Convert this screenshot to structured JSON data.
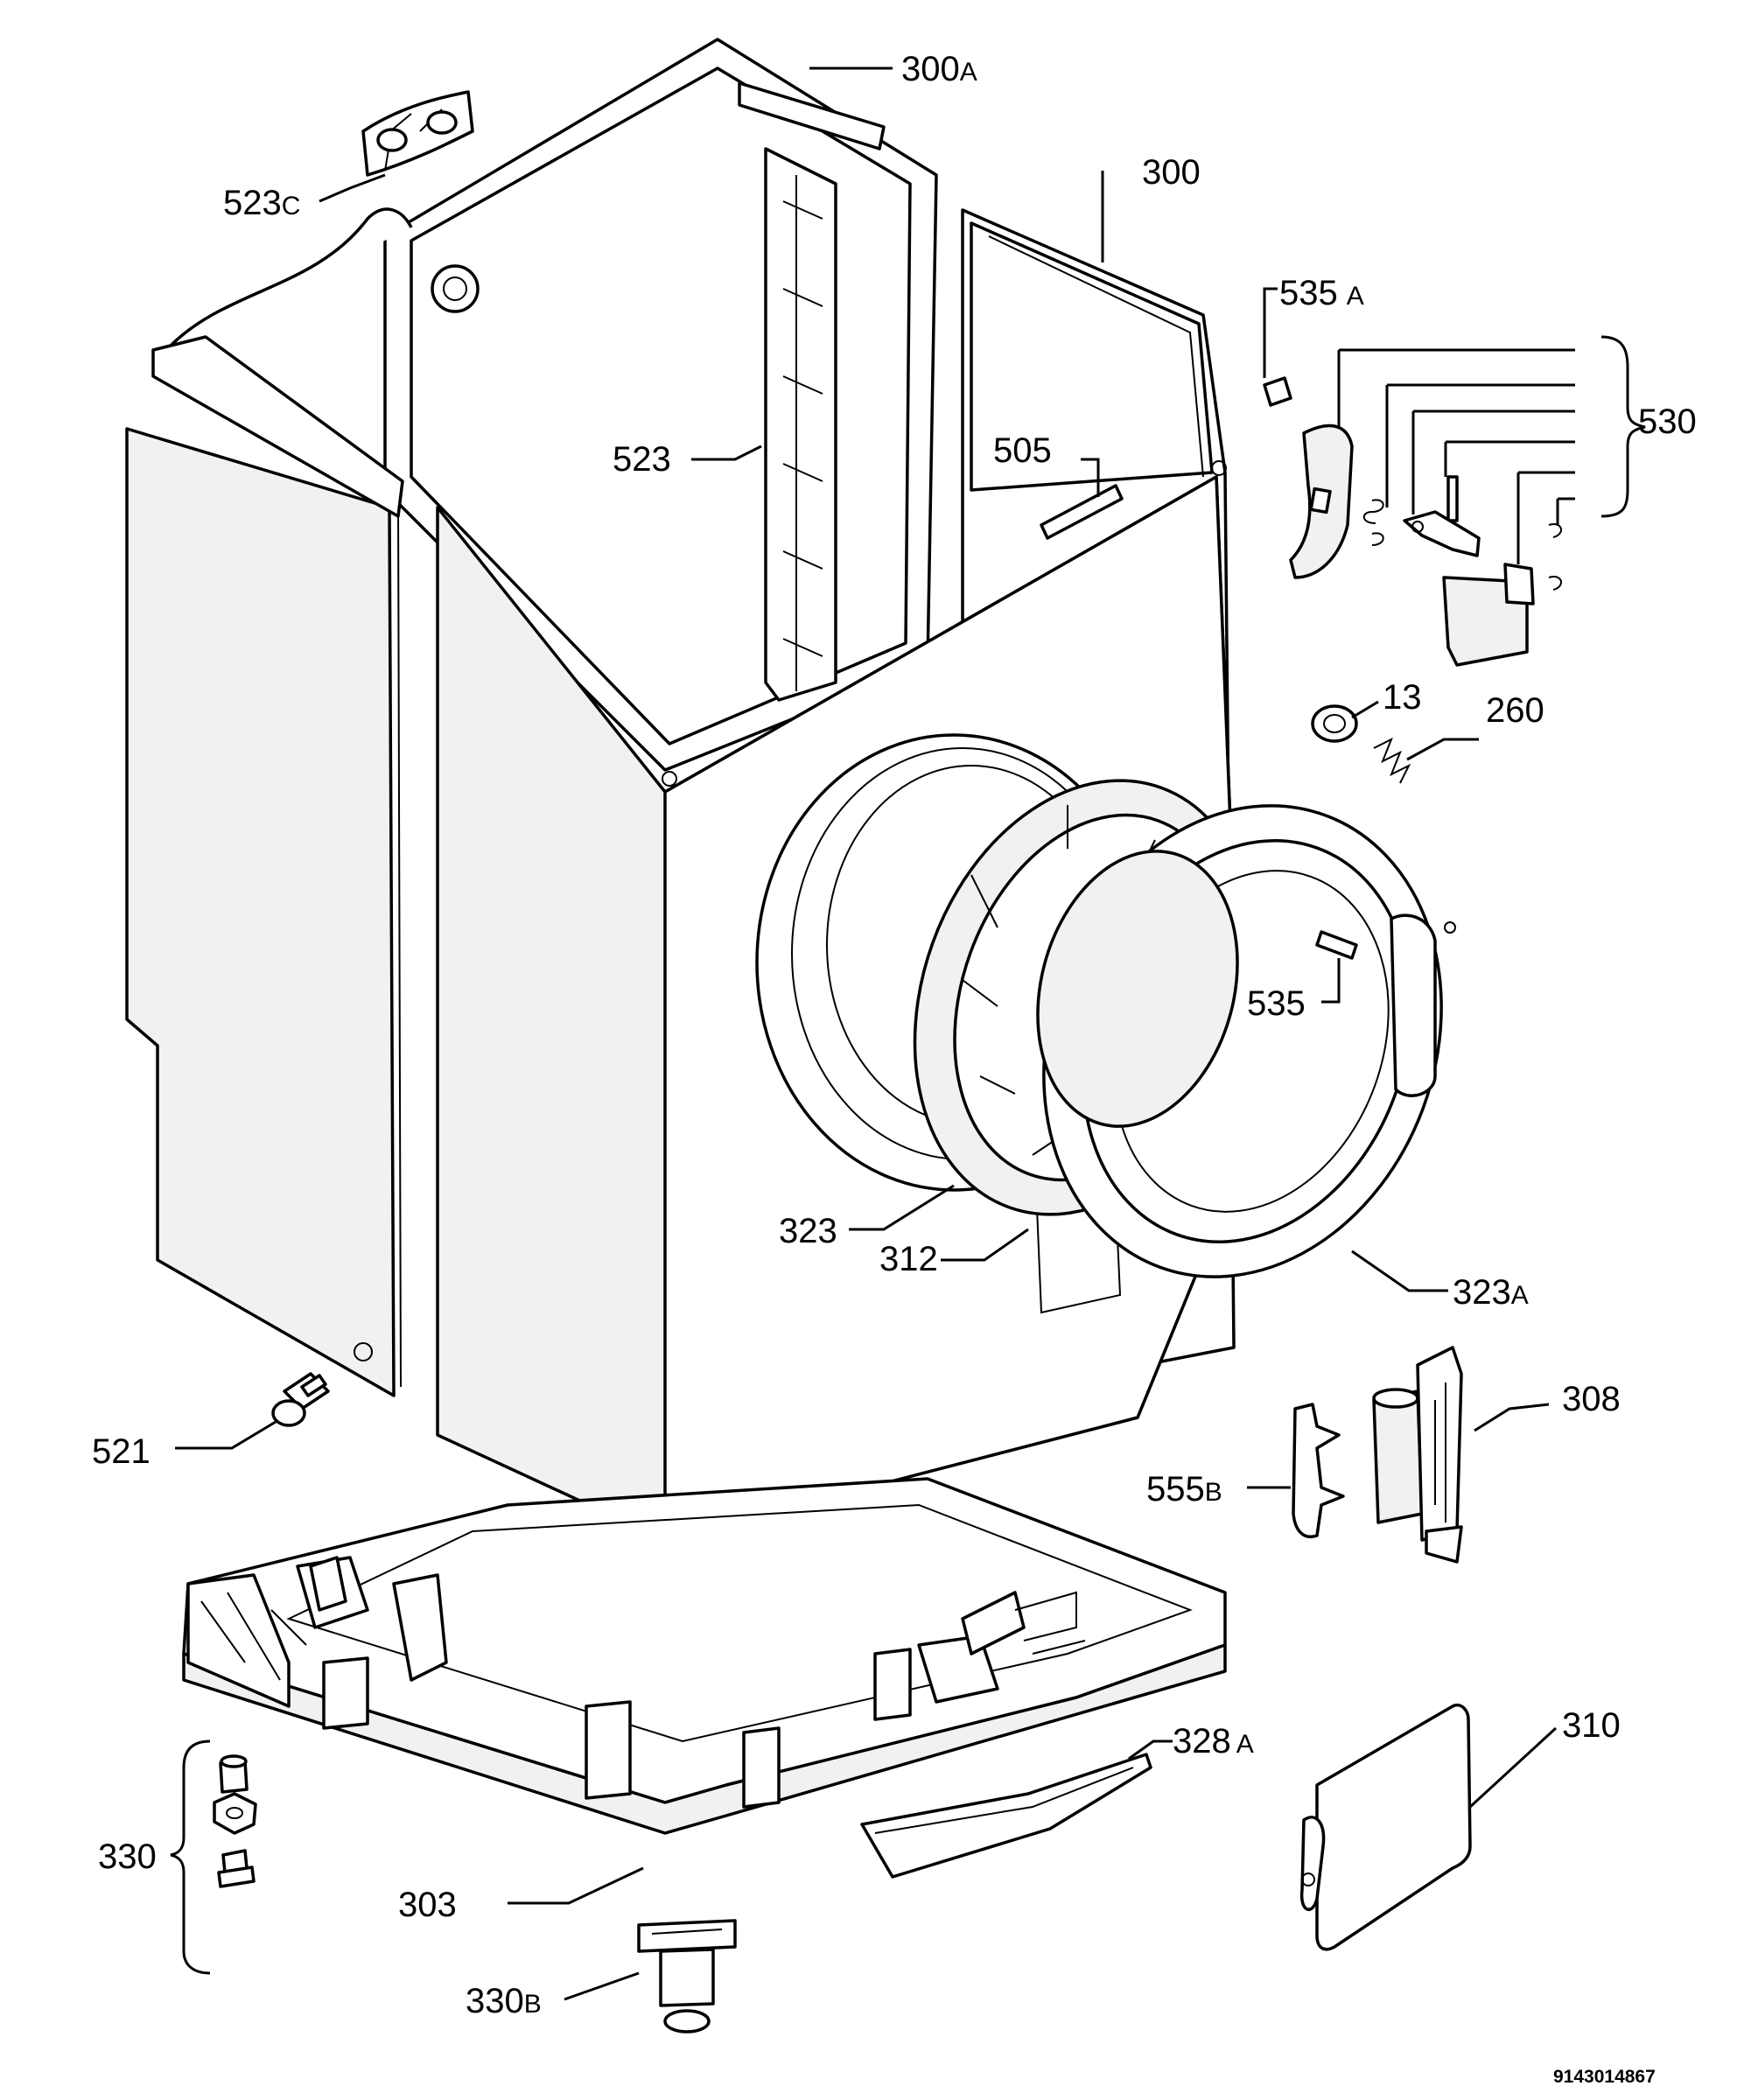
{
  "labels": {
    "l300a": {
      "num": "300",
      "suffix": "A"
    },
    "l523c": {
      "num": "523",
      "suffix": "C"
    },
    "l300": {
      "num": "300"
    },
    "l535a": {
      "num": "535",
      "suffix": "A"
    },
    "l530": {
      "num": "530"
    },
    "l523": {
      "num": "523"
    },
    "l505": {
      "num": "505"
    },
    "l13": {
      "num": "13"
    },
    "l260": {
      "num": "260"
    },
    "l535": {
      "num": "535"
    },
    "l323": {
      "num": "323"
    },
    "l312": {
      "num": "312"
    },
    "l323a": {
      "num": "323",
      "suffix": "A"
    },
    "l521": {
      "num": "521"
    },
    "l308": {
      "num": "308"
    },
    "l555b": {
      "num": "555",
      "suffix": "B"
    },
    "l310": {
      "num": "310"
    },
    "l328a": {
      "num": "328",
      "suffix": "A"
    },
    "l330": {
      "num": "330"
    },
    "l303": {
      "num": "303"
    },
    "l330b": {
      "num": "330",
      "suffix": "B"
    }
  },
  "drawing_code": "9143014867"
}
